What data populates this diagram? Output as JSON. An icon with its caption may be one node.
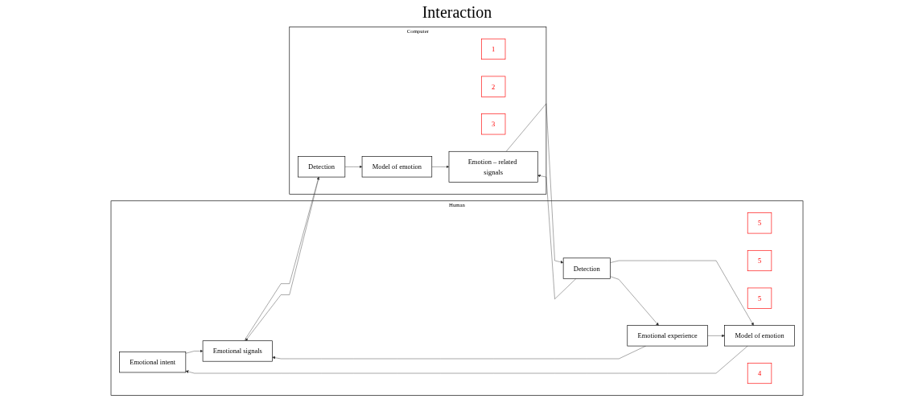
{
  "diagram": {
    "nodes": [
      {
        "text": [
          "Human"
        ]
      },
      {
        "text": [
          "Emotional intent"
        ],
        "in": 0
      },
      {
        "text": [
          "5"
        ],
        "in": 0
      },
      {
        "text": [
          "Emotional signals"
        ],
        "in": 0
      },
      {
        "text": [
          "5"
        ],
        "in": 0
      },
      {
        "text": [
          "5"
        ],
        "in": 0
      },
      {
        "text": [
          "Model of emotion"
        ],
        "in": 0
      },
      {
        "text": [
          "Detection"
        ],
        "in": 0
      },
      {
        "text": [
          "4"
        ],
        "in": 0
      },
      {
        "text": [
          "Emotional experience"
        ],
        "in": 0
      },
      {
        "text": [
          "Computer"
        ]
      },
      {
        "text": [
          "1"
        ],
        "in": 10
      },
      {
        "text": [
          "Detection"
        ],
        "in": 10
      },
      {
        "text": [
          "2"
        ],
        "in": 10
      },
      {
        "text": [
          "Model of emotion"
        ],
        "in": 10
      },
      {
        "text": [
          "3"
        ],
        "in": 10
      },
      {
        "text": [
          "Emotion – related signals"
        ],
        "in": 10
      }
    ],
    "edges": [
      {
        "from": 3,
        "to": 12,
        "arrow": "to"
      },
      {
        "from": 12,
        "to": 3,
        "arrow": "to"
      },
      {
        "from": 12,
        "to": 14,
        "arrow": "to"
      },
      {
        "from": 14,
        "to": 16,
        "arrow": "to"
      },
      {
        "from": 7,
        "to": 16,
        "arrow": "to"
      },
      {
        "from": 16,
        "to": 7,
        "arrow": "to"
      },
      {
        "from": 7,
        "to": 6,
        "arrow": "to"
      },
      {
        "from": 7,
        "to": 9,
        "arrow": "to"
      },
      {
        "from": 6,
        "to": 1,
        "arrow": "to"
      },
      {
        "from": 9,
        "to": 6,
        "arrow": "to"
      },
      {
        "from": 9,
        "to": 3,
        "arrow": "to"
      },
      {
        "from": 1,
        "to": 3,
        "arrow": "to"
      }
    ],
    "labels": [
      "Interaction"
    ]
  }
}
